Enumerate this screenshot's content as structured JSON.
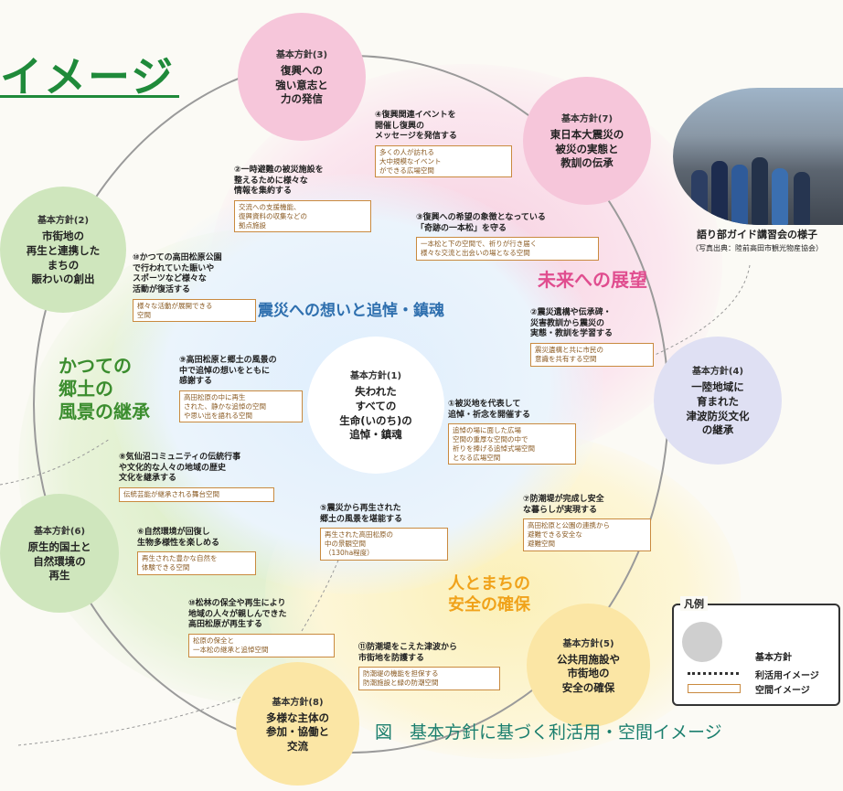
{
  "title": "イメージ",
  "figure_caption": "図　基本方針に基づく利活用・空間イメージ",
  "photo": {
    "caption": "語り部ガイド講習会の様子",
    "credit": "（写真出典：陸前高田市観光物産協会）"
  },
  "center": {
    "num": "基本方針(1)",
    "text": "失われた\nすべての\n生命(いのち)の\n追悼・鎮魂"
  },
  "policies": [
    {
      "num": "基本方針(3)",
      "text": "復興への\n強い意志と\n力の発信"
    },
    {
      "num": "基本方針(7)",
      "text": "東日本大震災の\n被災の実態と\n教訓の伝承"
    },
    {
      "num": "基本方針(4)",
      "text": "一陸地域に\n育まれた\n津波防災文化\nの継承"
    },
    {
      "num": "基本方針(5)",
      "text": "公共用施設や\n市街地の\n安全の確保"
    },
    {
      "num": "基本方針(8)",
      "text": "多様な主体の\n参加・協働と\n交流"
    },
    {
      "num": "基本方針(6)",
      "text": "原生的国土と\n自然環境の\n再生"
    },
    {
      "num": "基本方針(2)",
      "text": "市街地の\n再生と連携した\nまちの\n賑わいの創出"
    }
  ],
  "zones": {
    "center": "震災への想いと追悼・鎮魂",
    "future": "未来への展望",
    "past": "かつての\n郷土の\n風景の継承",
    "safety": "人とまちの\n安全の確保"
  },
  "activities": [
    {
      "h": "④復興関連イベントを\n開催し復興の\nメッセージを発信する",
      "s": "多くの人が訪れる\n大中規模なイベント\nができる広場空間"
    },
    {
      "h": "②一時避難の被災施設を\n整えるために様々な\n情報を集約する",
      "s": "交流への支援機能、\n復興資料の収集などの\n拠点施設"
    },
    {
      "h": "③復興への希望の象徴となっている\n「奇跡の一本松」を守る",
      "s": "一本松と下の空間で、祈りが行き届く\n様々な交流と出会いの場となる空間"
    },
    {
      "h": "⑩かつての高田松原公園\nで行われていた賑いや\nスポーツなど様々な\n活動が復活する",
      "s": "様々な活動が展開できる\n空間"
    },
    {
      "h": "②震災遺構や伝承碑・\n災害教訓から震災の\n実態・教訓を学習する",
      "s": "震災遺構と共に市民の\n意識を共有する空間"
    },
    {
      "h": "⑨高田松原と郷土の風景の\n中で追悼の想いをともに\n感謝する",
      "s": "高田松原の中に再生\nされた、静かな追悼の空間\nや思い出を語れる空間"
    },
    {
      "h": "①被災地を代表して\n追悼・祈念を開催する",
      "s": "追悼の場に面した広場\n空間の重厚な空間の中で\n祈りを捧げる追悼式場空間\nとなる広場空間"
    },
    {
      "h": "⑧気仙沼コミュニティの伝統行事\nや文化的な人々の地域の歴史\n文化を継承する",
      "s": "伝統芸能が継承される舞台空間"
    },
    {
      "h": "⑤震災から再生された\n郷土の風景を堪能する",
      "s": "再生された高田松原の\n中の景観空間\n（130ha程度）"
    },
    {
      "h": "⑥自然環境が回復し\n生物多様性を楽しめる",
      "s": "再生された豊かな自然を\n体験できる空間"
    },
    {
      "h": "⑦防潮堤が完成し安全\nな暮らしが実現する",
      "s": "高田松原と公園の連携から\n避難できる安全な\n避難空間"
    },
    {
      "h": "⑩松林の保全や再生により\n地域の人々が親しんできた\n高田松原が再生する",
      "s": "松原の保全と\n一本松の継承と追悼空間"
    },
    {
      "h": "⑪防潮堤をこえた津波から\n市街地を防護する",
      "s": "防潮堤の機能を担保する\n防潮施設と緑の防潮空間"
    }
  ],
  "legend": {
    "title": "凡例",
    "items": [
      "基本方針",
      "利活用イメージ",
      "空間イメージ"
    ]
  },
  "colors": {
    "title": "#1f8a3a",
    "pink": "#f6c6da",
    "lavender": "#dfe0f3",
    "yellow": "#fbe6a5",
    "green": "#cfe6bd",
    "future_label": "#e04d8f",
    "past_label": "#3b8d2e",
    "safety_label": "#f0a21a",
    "center_label": "#2e6fae",
    "caption": "#1b7f6e"
  }
}
